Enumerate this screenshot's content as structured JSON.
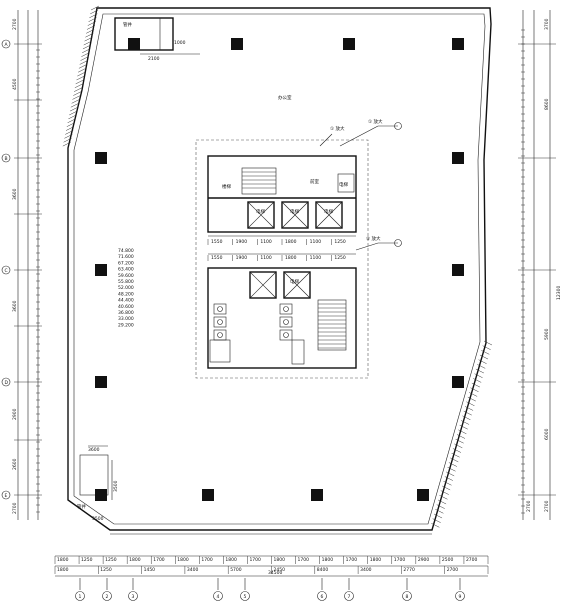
{
  "drawing": {
    "top_room_tag": "管井",
    "bottom_room_tag": "管井",
    "floor_label": "办公室",
    "callouts": {
      "upper": "① 放大",
      "lower": "② 放大"
    },
    "core_rooms": {
      "stair_top": "楼梯",
      "room_top": "前室",
      "fire_elevator": "电梯"
    },
    "elevators": [
      "电梯",
      "电梯",
      "电梯",
      "电梯"
    ],
    "core_dims_upper": [
      "1550",
      "1900",
      "1100",
      "1800",
      "1100",
      "1250"
    ],
    "core_dims_lower": [
      "1550",
      "1900",
      "1100",
      "1800",
      "1100",
      "1250"
    ],
    "elevation_list": [
      "74.800",
      "71.600",
      "67.200",
      "63.400",
      "59.600",
      "55.800",
      "52.000",
      "48.200",
      "44.400",
      "40.600",
      "36.800",
      "33.000",
      "29.200"
    ],
    "bottom_dims_row1": [
      "1800",
      "1250",
      "1250",
      "1800",
      "1700",
      "1800",
      "1700",
      "1800",
      "1700",
      "1800",
      "1700",
      "1800",
      "1700",
      "1800",
      "1700",
      "2900",
      "2500",
      "2700"
    ],
    "bottom_dims_row2": [
      "1800",
      "1250",
      "1450",
      "3400",
      "5700",
      "2450",
      "8400",
      "3400",
      "2770",
      "2700"
    ],
    "bottom_total": "34500",
    "axis_labels_bottom": [
      "1",
      "2",
      "3",
      "4",
      "5",
      "6",
      "7",
      "8",
      "9"
    ],
    "axis_labels_left": [
      "A",
      "B",
      "C",
      "D",
      "E"
    ],
    "left_dims": [
      "2700",
      "4500",
      "3600",
      "3600",
      "2900",
      "2600",
      "2700"
    ],
    "right_dims": [
      "3700",
      "8600",
      "12300",
      "5900",
      "6000",
      "2700",
      "2700"
    ],
    "small_dims": {
      "top_room_w": "2100",
      "top_room_h": "1000",
      "bottom_room_w": "3600",
      "bottom_room_h": "3500",
      "left_note": "3500"
    }
  }
}
